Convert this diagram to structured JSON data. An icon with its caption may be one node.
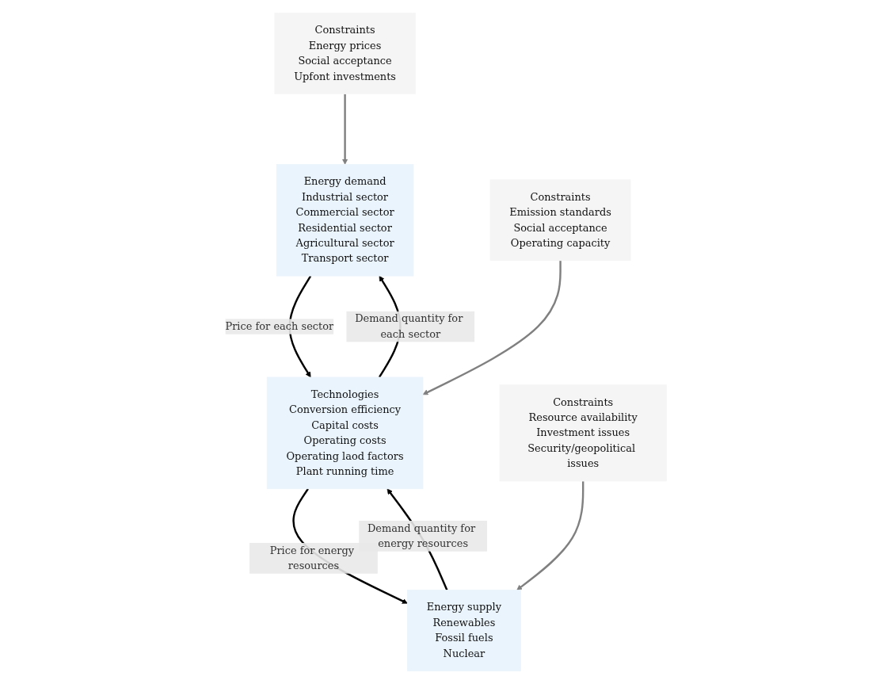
{
  "diagram": {
    "nodes": [
      {
        "text": [
          "Energy demand",
          "Industrial sector",
          "Commercial sector",
          "Residential sector",
          "Agricultural sector",
          "Transport sector"
        ]
      },
      {
        "text": [
          "Constraints",
          "Energy prices",
          "Social acceptance",
          "Upfont investments"
        ]
      },
      {
        "text": [
          "Technologies",
          "Conversion efficiency",
          "Capital costs",
          "Operating costs",
          "Operating laod factors",
          "Plant running time"
        ]
      },
      {
        "text": [
          "Constraints",
          "Emission standards",
          "Social acceptance",
          "Operating capacity"
        ]
      },
      {
        "text": [
          "Energy supply",
          "Renewables",
          "Fossil fuels",
          "Nuclear"
        ]
      },
      {
        "text": [
          "Constraints",
          "Resource availability",
          "Investment issues",
          "Security/geopolitical issues"
        ]
      }
    ],
    "edges": [
      {
        "from": 1,
        "to": 0,
        "arrow": "to",
        "color": "#808080"
      },
      {
        "from": 2,
        "to": 0,
        "arrow": "to",
        "label": "Demand quantity for each sector"
      },
      {
        "from": 0,
        "to": 2,
        "arrow": "to",
        "label": "Price for each sector"
      },
      {
        "from": 3,
        "to": 2,
        "arrow": "to",
        "color": "#808080"
      },
      {
        "from": 4,
        "to": 2,
        "arrow": "to",
        "label": "Demand quantity for energy resources"
      },
      {
        "from": 2,
        "to": 4,
        "arrow": "to",
        "label": "Price for energy resources"
      },
      {
        "from": 5,
        "to": 4,
        "arrow": "to",
        "color": "#808080"
      }
    ]
  }
}
